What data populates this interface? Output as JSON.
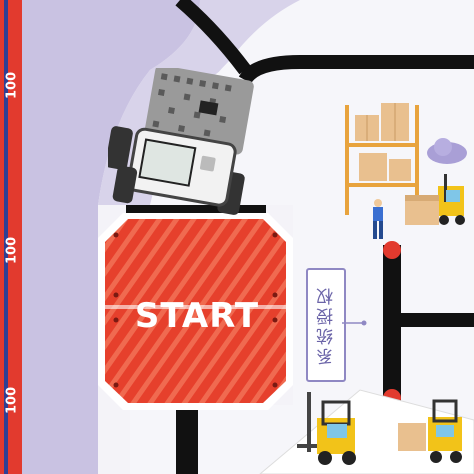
{
  "track": {
    "tape_labels": [
      "100",
      "100",
      "100"
    ],
    "start_label": "START",
    "auth_label": "系统授权"
  },
  "colors": {
    "tape_red": "#e23a2e",
    "tape_blue": "#2f3f93",
    "purple_zone": "#c9c2e2",
    "track_black": "#111111",
    "pad_red": "#e6402c"
  },
  "icons": [
    "robot-car-icon",
    "warehouse-shelf-icon",
    "forklift-icon",
    "worker-icon",
    "cloud-icon"
  ]
}
